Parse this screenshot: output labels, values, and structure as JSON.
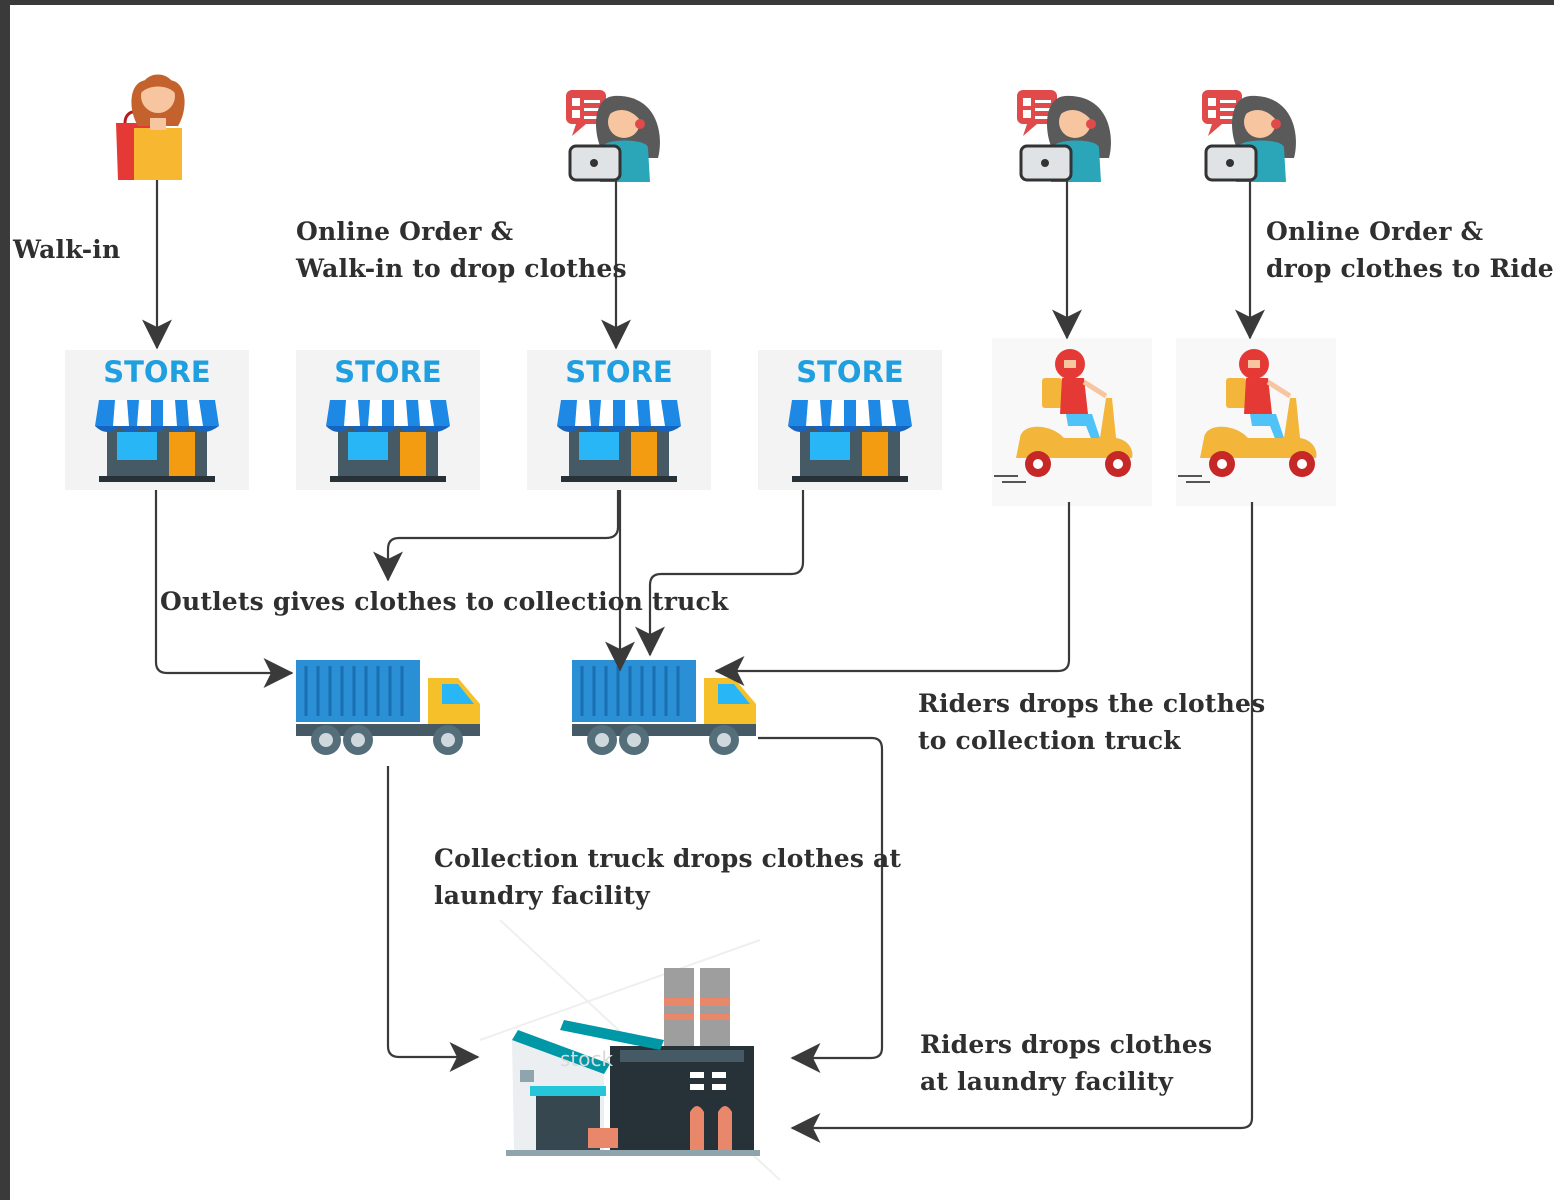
{
  "labels": {
    "walk_in": "Walk-in",
    "online_walk_in": [
      "Online Order &",
      "Walk-in to drop clothes"
    ],
    "online_riders": [
      "Online Order &",
      "drop clothes to Riders"
    ],
    "outlets": "Outlets gives clothes to collection truck",
    "riders_truck": [
      "Riders drops the clothes",
      "to collection truck"
    ],
    "collection_facility": [
      "Collection truck drops clothes at",
      "laundry facility"
    ],
    "riders_facility": [
      "Riders drops clothes",
      "at laundry facility"
    ]
  },
  "stores": [
    {
      "sign": "STORE"
    },
    {
      "sign": "STORE"
    },
    {
      "sign": "STORE"
    },
    {
      "sign": "STORE"
    }
  ],
  "icons": {
    "shopper": "shopper-icon",
    "online_customer": "online-customer-icon",
    "store": "store-icon",
    "rider": "scooter-rider-icon",
    "truck": "collection-truck-icon",
    "factory": "laundry-facility-icon"
  },
  "watermark": "stock",
  "colors": {
    "background": "#ffffff",
    "arrow": "#3a3a3a",
    "store_sign": "#1f9fe0",
    "truck_container": "#2b8fd6",
    "truck_cab": "#f5c02a",
    "rider_scooter": "#f3b63a",
    "chat_bubble": "#e04a4a"
  }
}
